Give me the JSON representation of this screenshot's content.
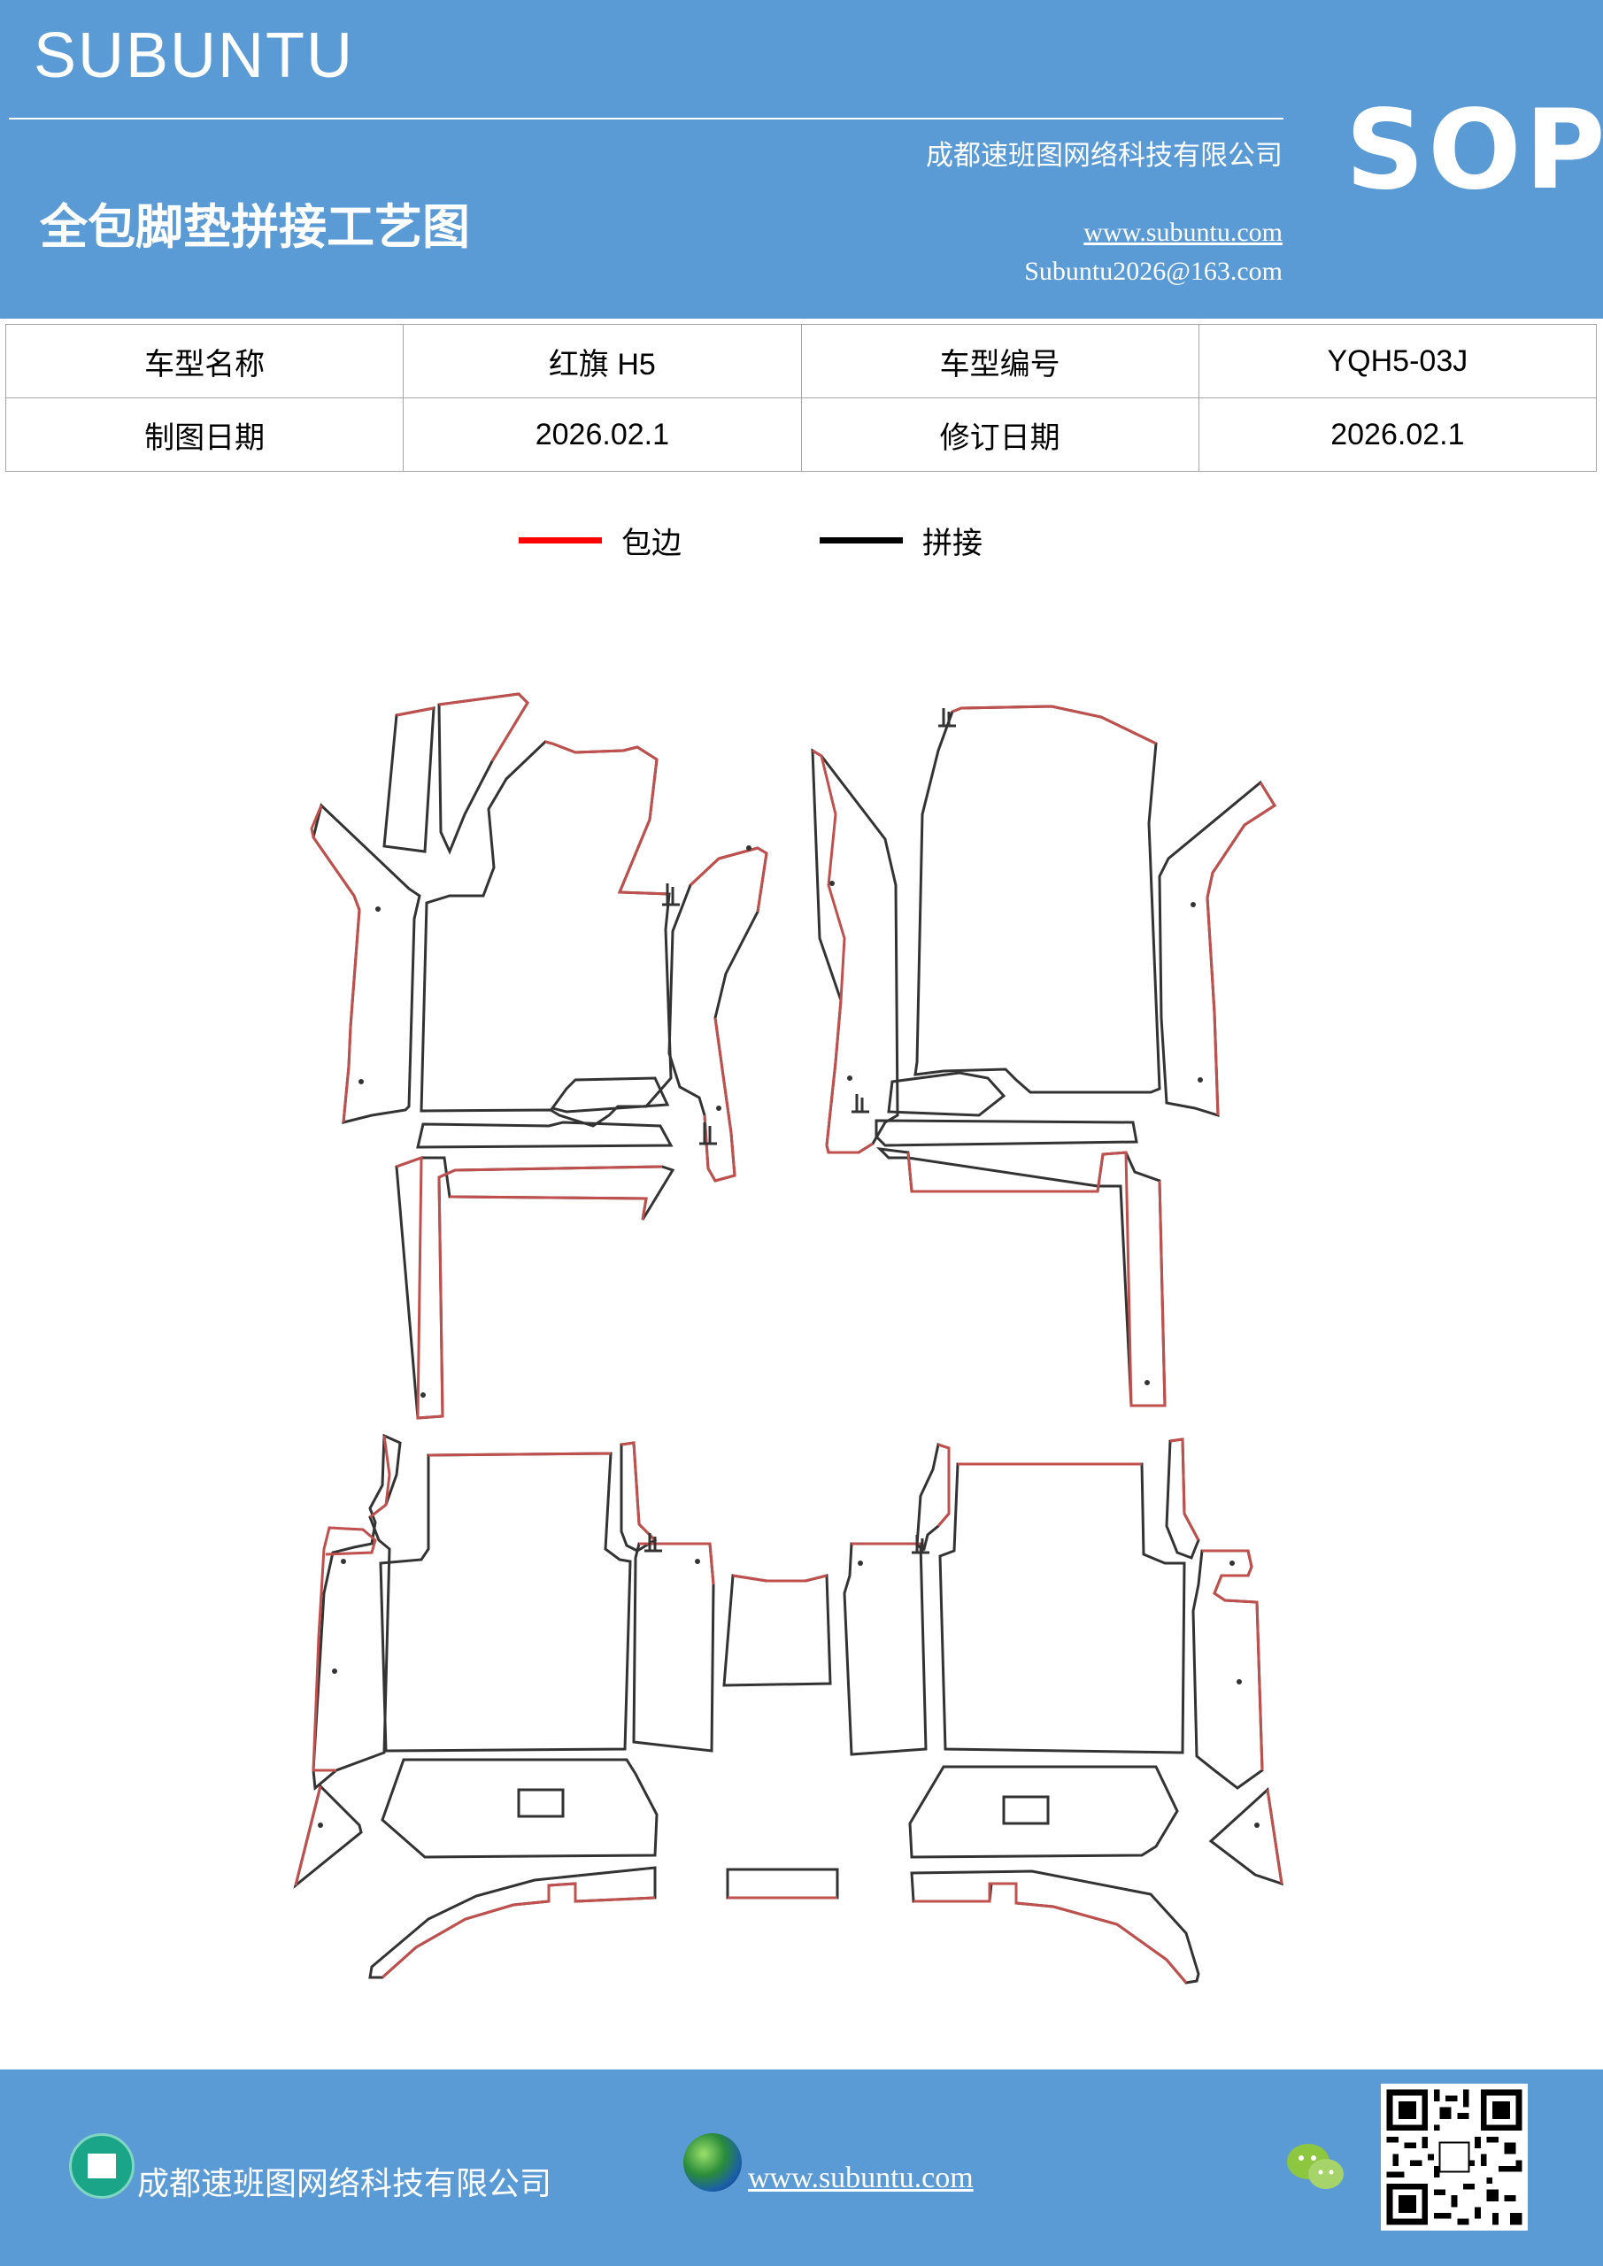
{
  "header": {
    "brand": "SUBUNTU",
    "company": "成都速班图网络科技有限公司",
    "sop_label": "SOP",
    "title": "全包脚垫拼接工艺图",
    "url": "www.subuntu.com",
    "email": "Subuntu2026@163.com",
    "color": "#5b9bd5"
  },
  "info_table": {
    "rows": [
      [
        {
          "text": "车型名称",
          "kind": "label"
        },
        {
          "text": "红旗 H5",
          "kind": "value"
        },
        {
          "text": "车型编号",
          "kind": "label"
        },
        {
          "text": "YQH5-03J",
          "kind": "value"
        }
      ],
      [
        {
          "text": "制图日期",
          "kind": "label"
        },
        {
          "text": "2026.02.1",
          "kind": "value"
        },
        {
          "text": "修订日期",
          "kind": "label"
        },
        {
          "text": "2026.02.1",
          "kind": "value"
        }
      ]
    ]
  },
  "legend": [
    {
      "label": "包边",
      "color": "#ff0000"
    },
    {
      "label": "拼接",
      "color": "#000000"
    }
  ],
  "diagram": {
    "edge_color": "#c0504d",
    "seam_color": "#333333"
  },
  "footer": {
    "company": "成都速班图网络科技有限公司",
    "url": "www.subuntu.com",
    "icons": [
      "building-icon",
      "globe-icon",
      "wechat-icon",
      "qr-code"
    ]
  }
}
